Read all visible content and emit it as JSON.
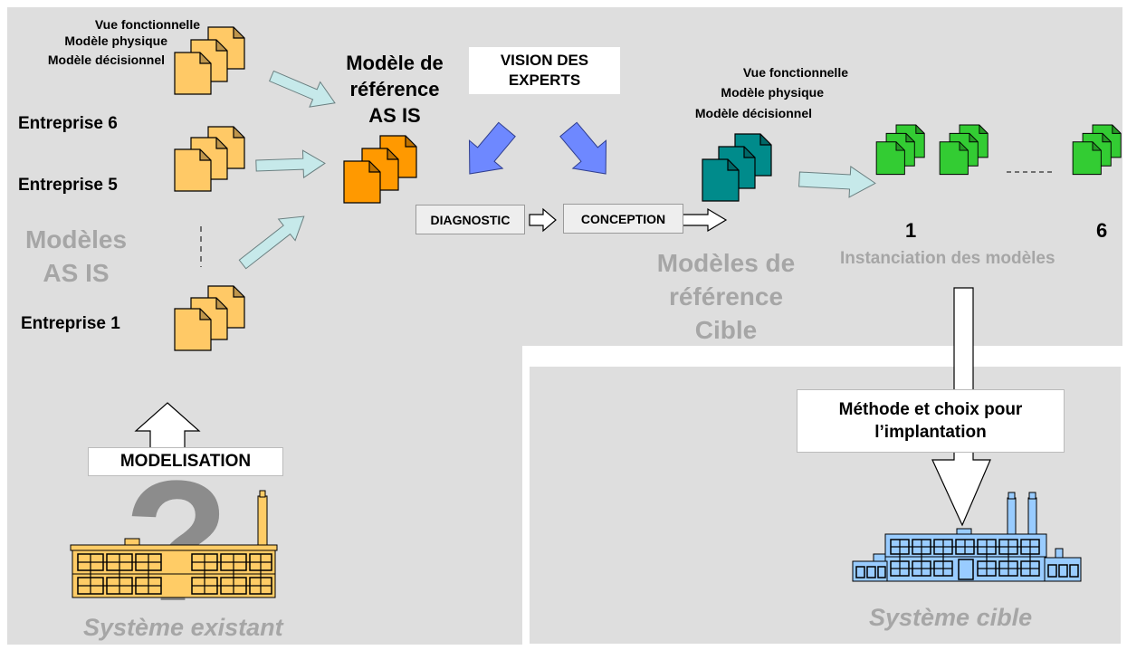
{
  "left_models": {
    "top_labels": [
      "Vue fonctionnelle",
      "Modèle physique",
      "Modèle décisionnel"
    ],
    "enterprise_6": "Entreprise 6",
    "enterprise_5": "Entreprise 5",
    "enterprise_1": "Entreprise 1",
    "models_title": [
      "Modèles",
      "AS IS"
    ]
  },
  "reference_model": [
    "Modèle de",
    "référence",
    "AS IS"
  ],
  "vision_experts": [
    "VISION DES",
    "EXPERTS"
  ],
  "steps": {
    "diagnostic": "DIAGNOSTIC",
    "conception": "CONCEPTION"
  },
  "target_models": {
    "labels": [
      "Vue fonctionnelle",
      "Modèle physique",
      "Modèle décisionnel"
    ],
    "title": [
      "Modèles de",
      "référence",
      "Cible"
    ]
  },
  "instances": {
    "first": "1",
    "last": "6",
    "caption": "Instanciation des modèles"
  },
  "implantation_box": [
    "Méthode et choix pour",
    "l’implantation"
  ],
  "modelisation_box": "MODELISATION",
  "question_mark": "?",
  "existing_system": "Système existant",
  "target_system": "Système cible",
  "colors": {
    "panel_grey": "#dedede",
    "folder_yellow": "#ffc966",
    "folder_orange": "#ff9900",
    "folder_teal": "#008b8b",
    "folder_green": "#33cc33",
    "arrow_cyan": "#c6e9ea",
    "arrow_blue": "#6e88ff",
    "factory_orange": "#ffcc66",
    "factory_blue": "#99ccff",
    "label_grey": "#a6a6a6"
  }
}
